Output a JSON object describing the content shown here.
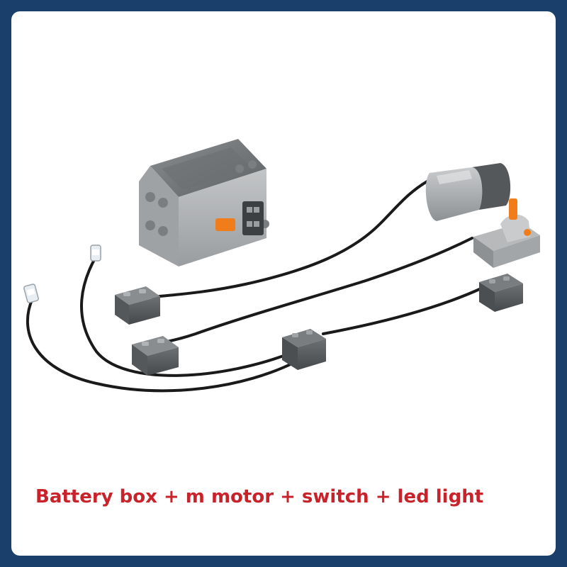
{
  "caption": {
    "text": "Battery box + m motor + switch + led light"
  },
  "colors": {
    "frame_border": "#1b3f6b",
    "background": "#ffffff",
    "caption": "#c8232b",
    "brick_light_gray": "#a9acae",
    "brick_dark_gray": "#5c5f62",
    "cable": "#1a1a1a",
    "accent_orange": "#f07d1a"
  },
  "objects": [
    {
      "name": "battery-box"
    },
    {
      "name": "m-motor"
    },
    {
      "name": "switch"
    },
    {
      "name": "led-lights"
    },
    {
      "name": "extension-connectors"
    }
  ]
}
